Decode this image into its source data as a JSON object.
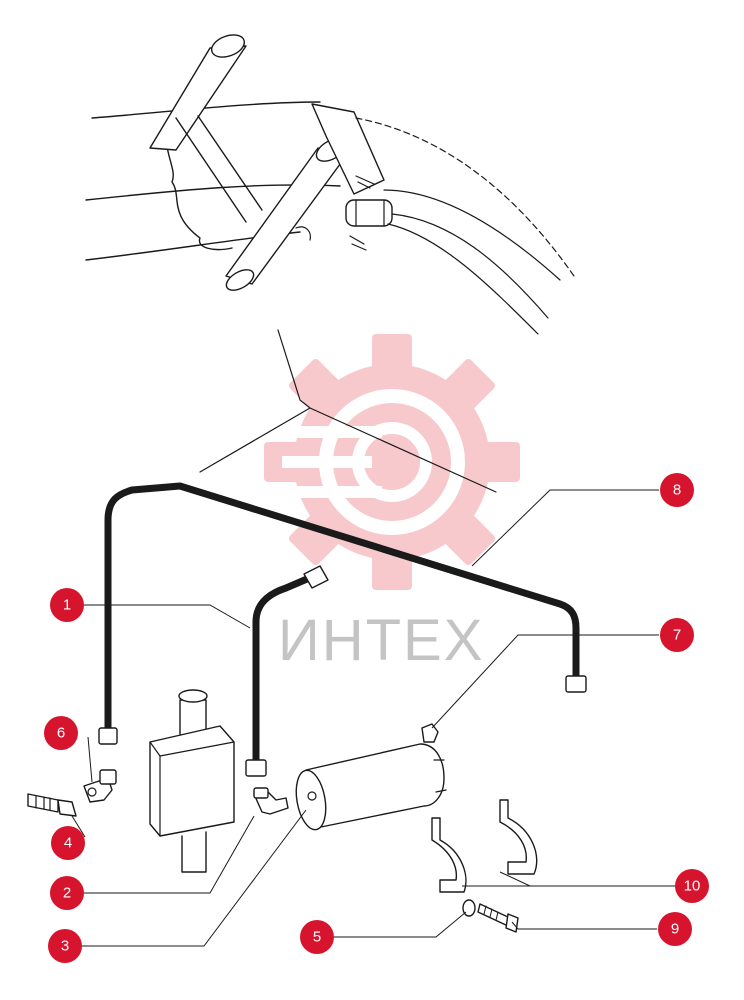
{
  "watermark": {
    "text": "ИНТЕХ",
    "color": "#f7c9cc",
    "text_color": "#c4c4c4"
  },
  "badge_color": "#d6142d",
  "callouts": [
    {
      "id": "1",
      "label": "1"
    },
    {
      "id": "2",
      "label": "2"
    },
    {
      "id": "3",
      "label": "3"
    },
    {
      "id": "4",
      "label": "4"
    },
    {
      "id": "5",
      "label": "5"
    },
    {
      "id": "6",
      "label": "6"
    },
    {
      "id": "7",
      "label": "7"
    },
    {
      "id": "8",
      "label": "8"
    },
    {
      "id": "9",
      "label": "9"
    },
    {
      "id": "10",
      "label": "10"
    }
  ]
}
